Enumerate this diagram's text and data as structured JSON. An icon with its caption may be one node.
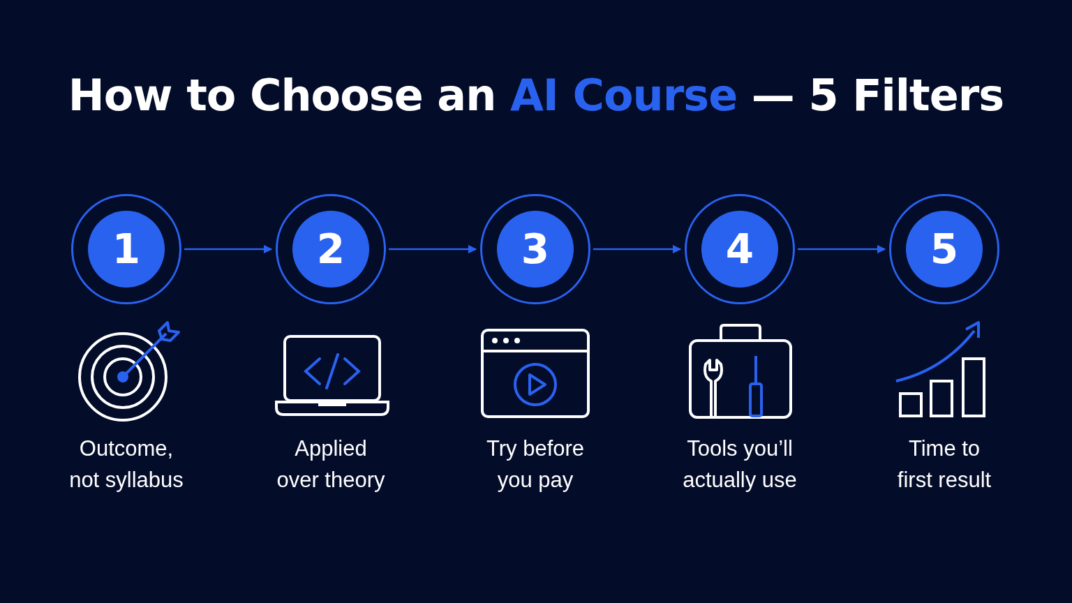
{
  "diagram": {
    "title": "How to Choose an **AI Course** — 5 Filters",
    "nodes": [
      {
        "text": [
          "1"
        ]
      },
      {
        "text": [
          "2"
        ]
      },
      {
        "text": [
          "3"
        ]
      },
      {
        "text": [
          "4"
        ]
      },
      {
        "text": [
          "5"
        ]
      }
    ],
    "labels": [
      "Outcome, not syllabus",
      "Applied over theory",
      "Try before you pay",
      "Tools you’ll actually use",
      "Time to first result"
    ],
    "edges": [
      {
        "from": 0,
        "to": 1,
        "arrow": "to"
      },
      {
        "from": 1,
        "to": 2,
        "arrow": "to"
      },
      {
        "from": 2,
        "to": 3,
        "arrow": "to"
      },
      {
        "from": 3,
        "to": 4,
        "arrow": "to"
      }
    ]
  }
}
